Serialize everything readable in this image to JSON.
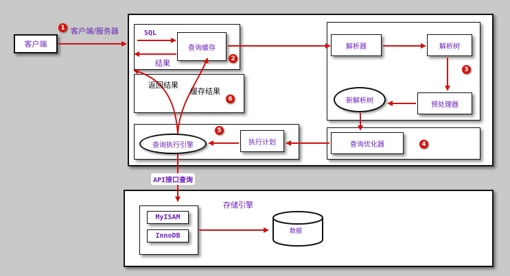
{
  "client": {
    "label": "客户端",
    "link_label": "客户端/服务器"
  },
  "cache": {
    "label": "查询缓存",
    "sql": "SQL",
    "result": "结果",
    "return_result": "返回结果",
    "cache_result": "缓存结果"
  },
  "parser": {
    "label": "解析器",
    "tree": "解析树",
    "preprocessor": "预处理器",
    "new_tree": "新解析树"
  },
  "optimizer": {
    "label": "查询优化器"
  },
  "execution": {
    "plan": "执行计划",
    "engine": "查询执行引擎"
  },
  "api": {
    "label": "API接口查询"
  },
  "storage": {
    "title": "存储引擎",
    "engines": [
      "MyISAM",
      "InnoDB"
    ],
    "data": "数据"
  },
  "steps": [
    "1",
    "2",
    "3",
    "4",
    "5",
    "6"
  ],
  "colors": {
    "arrow": "#d11010",
    "badge": "#d4140b",
    "label": "#6a1fb8"
  }
}
